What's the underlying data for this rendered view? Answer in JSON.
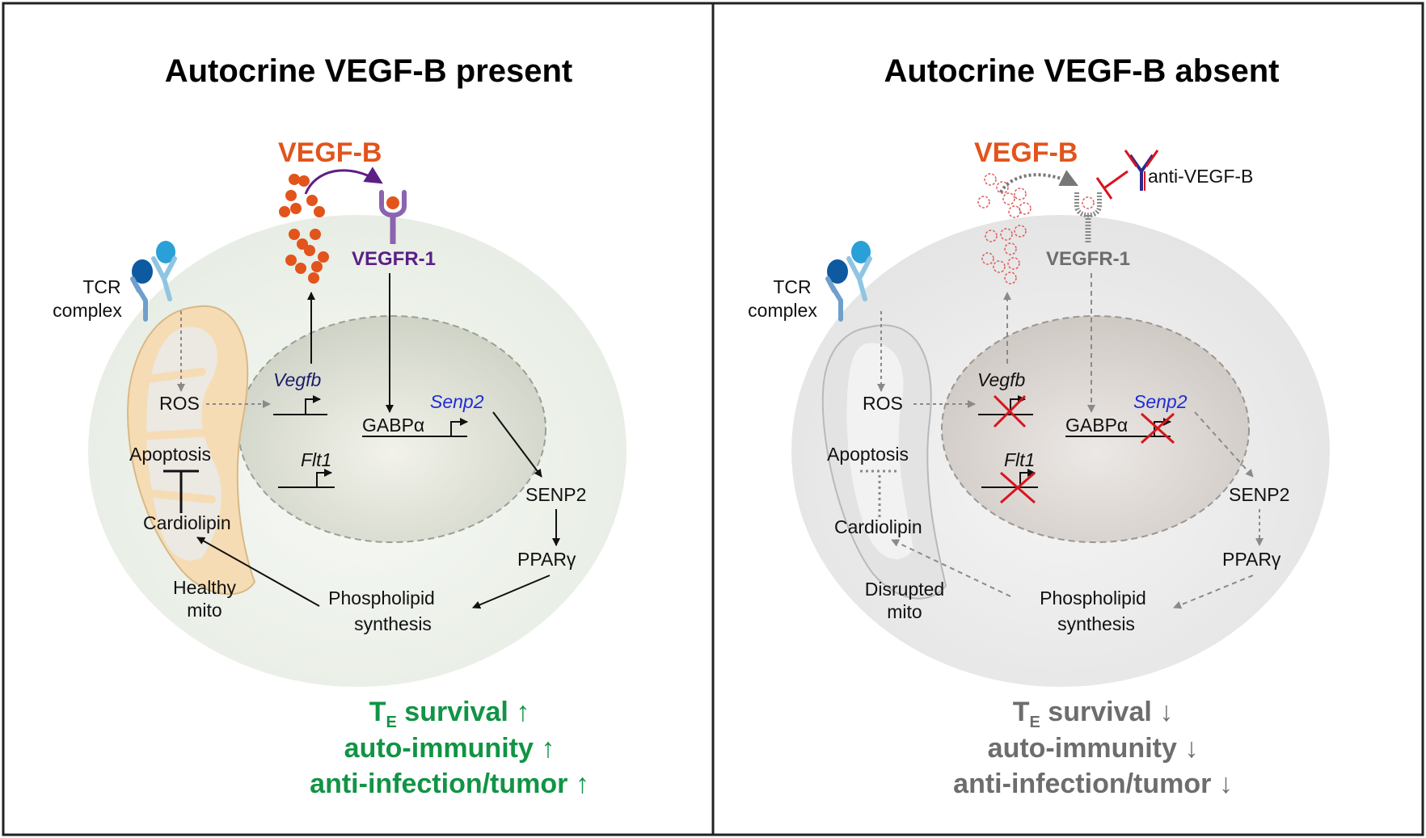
{
  "panels": {
    "left": {
      "title": "Autocrine VEGF-B present",
      "ligand": "VEGF-B",
      "receptor": "VEGFR-1",
      "tcr_line1": "TCR",
      "tcr_line2": "complex",
      "ros": "ROS",
      "apoptosis": "Apoptosis",
      "cardiolipin": "Cardiolipin",
      "mito_line1": "Healthy",
      "mito_line2": "mito",
      "gene_vegfb": "Vegfb",
      "gene_flt1": "Flt1",
      "gene_gabpa": "GABPα",
      "gene_senp2": "Senp2",
      "senp2": "SENP2",
      "ppar": "PPARγ",
      "phospho_line1": "Phospholipid",
      "phospho_line2": "synthesis",
      "out_te": "T",
      "out_sub": "E",
      "out_survival": " survival ↑",
      "out_auto": "auto-immunity ↑",
      "out_infect": "anti-infection/tumor ↑"
    },
    "right": {
      "title": "Autocrine VEGF-B absent",
      "ligand": "VEGF-B",
      "receptor": "VEGFR-1",
      "antibody": "anti-VEGF-B",
      "tcr_line1": "TCR",
      "tcr_line2": "complex",
      "ros": "ROS",
      "apoptosis": "Apoptosis",
      "cardiolipin": "Cardiolipin",
      "mito_line1": "Disrupted",
      "mito_line2": "mito",
      "gene_vegfb": "Vegfb",
      "gene_flt1": "Flt1",
      "gene_gabpa": "GABPα",
      "gene_senp2": "Senp2",
      "senp2": "SENP2",
      "ppar": "PPARγ",
      "phospho_line1": "Phospholipid",
      "phospho_line2": "synthesis",
      "out_te": "T",
      "out_sub": "E",
      "out_survival": " survival ↓",
      "out_auto": "auto-immunity ↓",
      "out_infect": "anti-infection/tumor ↓"
    }
  },
  "colors": {
    "orange": "#e2541b",
    "purple": "#5b1f86",
    "green": "#119445",
    "gray_text": "#6d6d6d",
    "blue_gene": "#1f2dd6",
    "navy_gene": "#1b1b6b",
    "red_cross": "#d9141e"
  }
}
